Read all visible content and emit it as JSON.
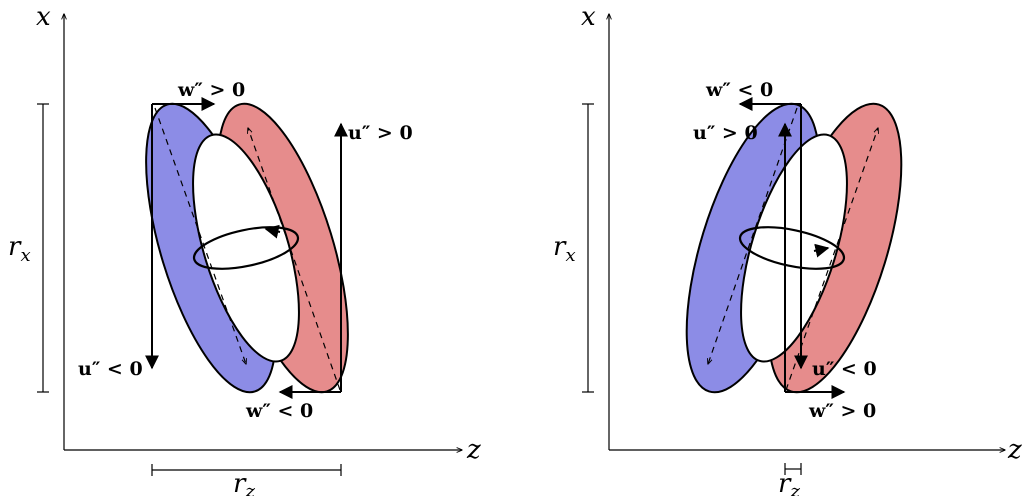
{
  "colors": {
    "blue": "#8c8ce6",
    "red": "#e68c8c",
    "white": "#ffffff",
    "stroke": "#000000"
  },
  "left": {
    "axis_x": "x",
    "axis_z": "z",
    "rx": "r",
    "rx_sub": "x",
    "rz": "r",
    "rz_sub": "z",
    "w_top": "w″ > 0",
    "u_right": "u″ > 0",
    "u_left": "u″ < 0",
    "w_bottom": "w″ < 0"
  },
  "right": {
    "axis_x": "x",
    "axis_z": "z",
    "rx": "r",
    "rx_sub": "x",
    "rz": "r",
    "rz_sub": "z",
    "w_top": "w″ < 0",
    "u_top": "u″ > 0",
    "u_bottom": "u″ < 0",
    "w_bottom": "w″ > 0"
  }
}
